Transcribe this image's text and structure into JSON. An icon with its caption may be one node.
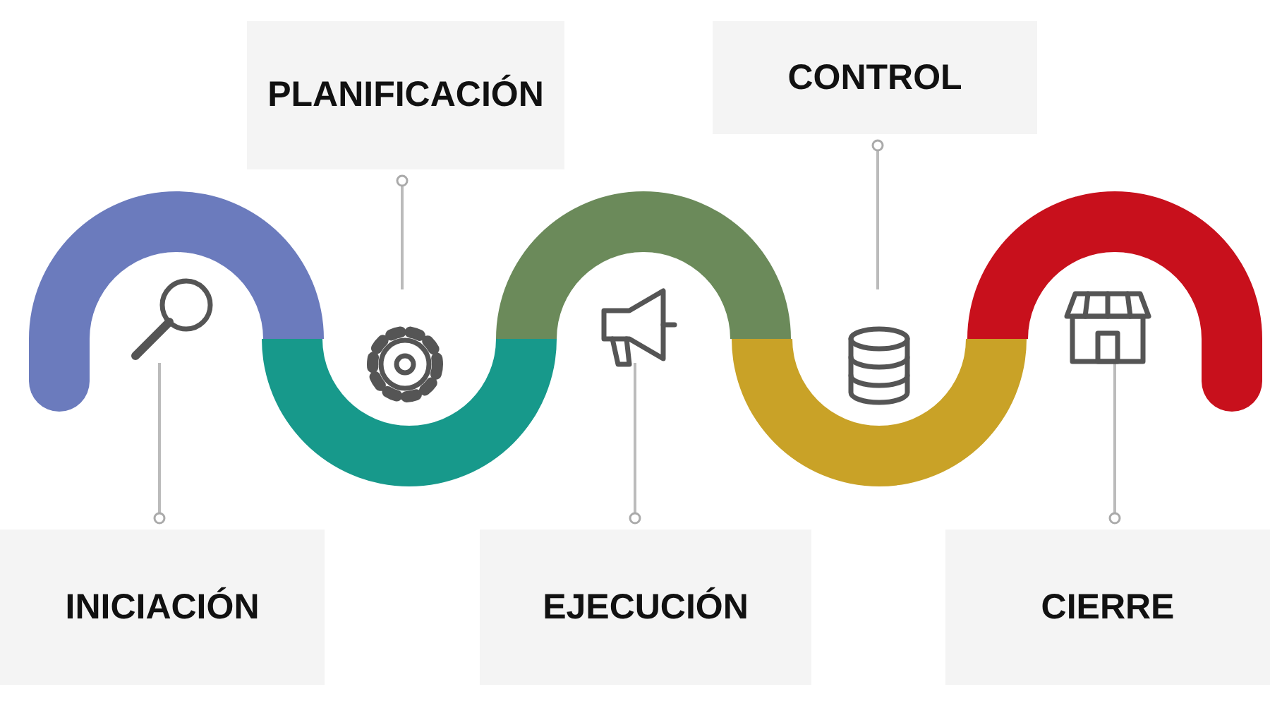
{
  "diagram": {
    "nodes": [
      {
        "text": [
          "INICIACIÓN"
        ]
      },
      {
        "text": [
          "PLANIFICACIÓN"
        ]
      },
      {
        "text": [
          "EJECUCIÓN"
        ]
      },
      {
        "text": [
          "CONTROL"
        ]
      },
      {
        "text": [
          "CIERRE"
        ]
      },
      {
        "text": [],
        "shape": "band"
      },
      {
        "text": [],
        "shape": "band"
      },
      {
        "text": [],
        "shape": "band"
      },
      {
        "text": [],
        "shape": "band"
      },
      {
        "text": [],
        "shape": "band"
      }
    ],
    "edges": [
      {
        "from": 0,
        "to": 5,
        "arrow": "other"
      },
      {
        "from": 1,
        "to": 6,
        "arrow": "other"
      },
      {
        "from": 2,
        "to": 7,
        "arrow": "other"
      },
      {
        "from": 3,
        "to": 8,
        "arrow": "other"
      },
      {
        "from": 4,
        "to": 9,
        "arrow": "other"
      }
    ]
  }
}
